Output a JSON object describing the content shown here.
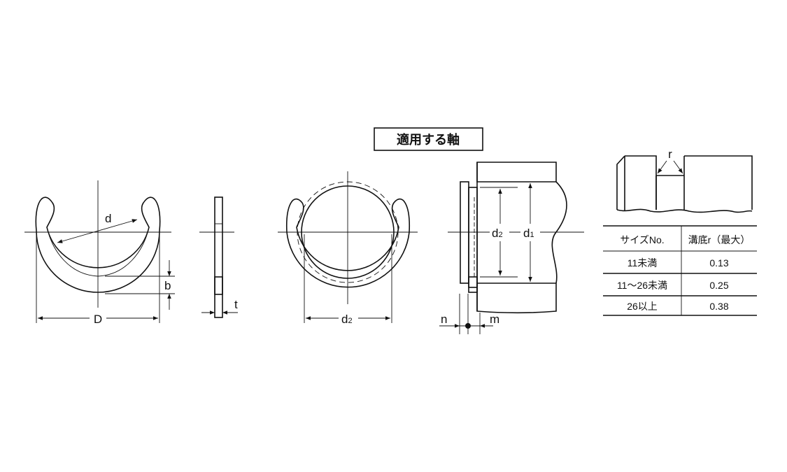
{
  "title": "適用する軸",
  "ring_view": {
    "d_label": "d",
    "b_label": "b",
    "D_label": "D"
  },
  "side_view": {
    "t_label": "t"
  },
  "shaft_view": {
    "d2_label": "d",
    "d2_sub": "2"
  },
  "section_view": {
    "d2_label": "d",
    "d2_sub": "2",
    "d1_label": "d",
    "d1_sub": "1",
    "n_label": "n",
    "m_label": "m"
  },
  "groove_view": {
    "r_label": "r"
  },
  "table": {
    "headers": [
      "サイズNo.",
      "溝底r（最大）"
    ],
    "rows": [
      [
        "11未満",
        "0.13"
      ],
      [
        "11～26未満",
        "0.25"
      ],
      [
        "26以上",
        "0.38"
      ]
    ]
  }
}
